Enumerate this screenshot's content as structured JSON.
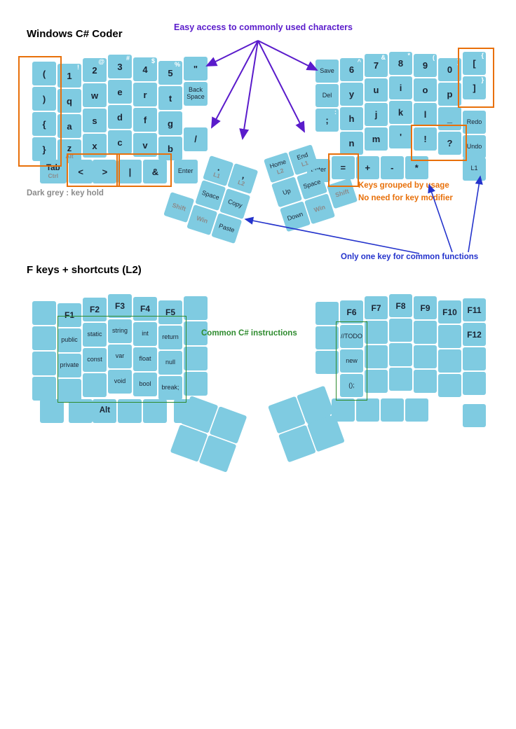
{
  "title": "Windows C# Coder",
  "layer2_title": "F keys + shortcuts (L2)",
  "annotations": {
    "easy_access": "Easy access to commonly used characters",
    "dark_grey_note": "Dark grey : key hold",
    "grouped_line1": "Keys grouped by usage",
    "grouped_line2": "No need for key modifier",
    "one_key_note": "Only one key for common functions",
    "csharp_note": "Common C# instructions"
  },
  "colors": {
    "key_fill": "#7fcbe1",
    "hold_text_grey": "#8b8b8b",
    "annotation_purple": "#5a1bcb",
    "annotation_blue": "#2433cc",
    "annotation_orange": "#e8700a",
    "annotation_green": "#2e8b2e"
  },
  "layer1": {
    "left_main": [
      {
        "c": 0,
        "r": 0,
        "t": "("
      },
      {
        "c": 1,
        "r": 0,
        "t": "1",
        "s": "!"
      },
      {
        "c": 2,
        "r": 0,
        "t": "2",
        "s": "@"
      },
      {
        "c": 3,
        "r": 0,
        "t": "3",
        "s": "#"
      },
      {
        "c": 4,
        "r": 0,
        "t": "4",
        "s": "$"
      },
      {
        "c": 5,
        "r": 0,
        "t": "5",
        "s": "%"
      },
      {
        "c": 6,
        "r": 0,
        "t": "\""
      },
      {
        "c": 0,
        "r": 1,
        "t": ")"
      },
      {
        "c": 1,
        "r": 1,
        "t": "q"
      },
      {
        "c": 2,
        "r": 1,
        "t": "w"
      },
      {
        "c": 3,
        "r": 1,
        "t": "e"
      },
      {
        "c": 4,
        "r": 1,
        "t": "r"
      },
      {
        "c": 5,
        "r": 1,
        "t": "t"
      },
      {
        "c": 6,
        "r": 1,
        "t": "Back Space",
        "sm": 1
      },
      {
        "c": 0,
        "r": 2,
        "t": "{"
      },
      {
        "c": 1,
        "r": 2,
        "t": "a"
      },
      {
        "c": 2,
        "r": 2,
        "t": "s"
      },
      {
        "c": 3,
        "r": 2,
        "t": "d"
      },
      {
        "c": 4,
        "r": 2,
        "t": "f"
      },
      {
        "c": 5,
        "r": 2,
        "t": "g"
      },
      {
        "c": 0,
        "r": 3,
        "t": "}"
      },
      {
        "c": 1,
        "r": 3,
        "t": "z",
        "b": "Alt"
      },
      {
        "c": 2,
        "r": 3,
        "t": "x"
      },
      {
        "c": 3,
        "r": 3,
        "t": "c"
      },
      {
        "c": 4,
        "r": 3,
        "t": "v"
      },
      {
        "c": 5,
        "r": 3,
        "t": "b"
      },
      {
        "c": 6,
        "r": 2.8,
        "t": "/"
      },
      {
        "c": 0.3,
        "r": 4,
        "t": "Tab",
        "b": "Ctrl",
        "md": 1,
        "w": 38
      },
      {
        "c": 1.45,
        "r": 4,
        "t": "<"
      },
      {
        "c": 2.4,
        "r": 4,
        "t": ">"
      },
      {
        "c": 3.4,
        "r": 4,
        "t": "|"
      },
      {
        "c": 4.4,
        "r": 4,
        "t": "&"
      },
      {
        "c": 5.6,
        "r": 4,
        "t": "Enter",
        "sm": 1
      }
    ],
    "right_main": [
      {
        "c": 0,
        "r": 0,
        "t": "Save",
        "sm": 1
      },
      {
        "c": 1,
        "r": 0,
        "t": "6",
        "s": "^"
      },
      {
        "c": 2,
        "r": 0,
        "t": "7",
        "s": "&"
      },
      {
        "c": 3,
        "r": 0,
        "t": "8",
        "s": "*"
      },
      {
        "c": 4,
        "r": 0,
        "t": "9",
        "s": "("
      },
      {
        "c": 5,
        "r": 0,
        "t": "0",
        "s": ")"
      },
      {
        "c": 6,
        "r": 0,
        "t": "[",
        "s": "{"
      },
      {
        "c": 0,
        "r": 1,
        "t": "Del",
        "sm": 1
      },
      {
        "c": 1,
        "r": 1,
        "t": "y"
      },
      {
        "c": 2,
        "r": 1,
        "t": "u"
      },
      {
        "c": 3,
        "r": 1,
        "t": "i"
      },
      {
        "c": 4,
        "r": 1,
        "t": "o"
      },
      {
        "c": 5,
        "r": 1,
        "t": "p"
      },
      {
        "c": 6,
        "r": 1,
        "t": "]",
        "s": "}"
      },
      {
        "c": 0,
        "r": 2,
        "t": ";",
        "s": ":"
      },
      {
        "c": 1,
        "r": 2,
        "t": "h"
      },
      {
        "c": 2,
        "r": 2,
        "t": "j"
      },
      {
        "c": 3,
        "r": 2,
        "t": "k"
      },
      {
        "c": 4,
        "r": 2,
        "t": "l"
      },
      {
        "c": 5,
        "r": 2,
        "t": "_"
      },
      {
        "c": 6,
        "r": 2.4,
        "t": "Redo",
        "sm": 1
      },
      {
        "c": 1,
        "r": 3,
        "t": "n"
      },
      {
        "c": 2,
        "r": 3,
        "t": "m"
      },
      {
        "c": 3,
        "r": 3,
        "t": "'"
      },
      {
        "c": 4,
        "r": 3,
        "t": "!"
      },
      {
        "c": 5,
        "r": 3,
        "t": "?"
      },
      {
        "c": 6,
        "r": 3.4,
        "t": "Undo",
        "sm": 1
      },
      {
        "c": 0.65,
        "r": 4,
        "t": "="
      },
      {
        "c": 1.65,
        "r": 4,
        "t": "+"
      },
      {
        "c": 2.65,
        "r": 4,
        "t": "-"
      },
      {
        "c": 3.65,
        "r": 4,
        "t": "*"
      },
      {
        "c": 6,
        "r": 4.3,
        "t": "L1",
        "sm": 1
      },
      {
        "c": -0.35,
        "r": 4.1,
        "t": "Enter",
        "sm": 1
      }
    ],
    "left_thumb": [
      {
        "c": 0,
        "r": 0,
        "t": ".",
        "b": "L1"
      },
      {
        "c": 1,
        "r": 0,
        "t": ",",
        "b": "L2"
      },
      {
        "c": -1,
        "r": 1.8,
        "t": "Shift",
        "g": 1,
        "sm": 1
      },
      {
        "c": 0,
        "r": 1,
        "t": "Space",
        "sm": 1
      },
      {
        "c": 1,
        "r": 1,
        "t": "Copy",
        "sm": 1
      },
      {
        "c": 0,
        "r": 2,
        "t": "Win",
        "g": 1,
        "sm": 1
      },
      {
        "c": 1,
        "r": 2,
        "t": "Paste",
        "sm": 1
      }
    ],
    "right_thumb": [
      {
        "c": 0,
        "r": 0,
        "t": "Home",
        "b": "L2",
        "sm": 1
      },
      {
        "c": 1,
        "r": 0,
        "t": "End",
        "b": "L1",
        "sm": 1
      },
      {
        "c": 2,
        "r": 1.7,
        "t": "Shift",
        "g": 1,
        "sm": 1
      },
      {
        "c": 0,
        "r": 1,
        "t": "Up",
        "sm": 1
      },
      {
        "c": 1,
        "r": 1,
        "t": "Space",
        "sm": 1
      },
      {
        "c": 0,
        "r": 2,
        "t": "Down",
        "sm": 1
      },
      {
        "c": 1,
        "r": 2,
        "t": "Win",
        "g": 1,
        "sm": 1
      }
    ]
  },
  "layer2": {
    "left_main": [
      {
        "c": 0,
        "r": 0
      },
      {
        "c": 1,
        "r": 0,
        "t": "F1",
        "f": 1
      },
      {
        "c": 2,
        "r": 0,
        "t": "F2",
        "f": 1
      },
      {
        "c": 3,
        "r": 0,
        "t": "F3",
        "f": 1
      },
      {
        "c": 4,
        "r": 0,
        "t": "F4",
        "f": 1
      },
      {
        "c": 5,
        "r": 0,
        "t": "F5",
        "f": 1
      },
      {
        "c": 6,
        "r": 0
      },
      {
        "c": 0,
        "r": 1
      },
      {
        "c": 1,
        "r": 1,
        "t": "public",
        "sm": 1
      },
      {
        "c": 2,
        "r": 1,
        "t": "static",
        "sm": 1
      },
      {
        "c": 3,
        "r": 1,
        "t": "string",
        "sm": 1
      },
      {
        "c": 4,
        "r": 1,
        "t": "int",
        "sm": 1
      },
      {
        "c": 5,
        "r": 1,
        "t": "return",
        "sm": 1
      },
      {
        "c": 6,
        "r": 1
      },
      {
        "c": 0,
        "r": 2
      },
      {
        "c": 1,
        "r": 2,
        "t": "private",
        "sm": 1
      },
      {
        "c": 2,
        "r": 2,
        "t": "const",
        "sm": 1
      },
      {
        "c": 3,
        "r": 2,
        "t": "var",
        "sm": 1
      },
      {
        "c": 4,
        "r": 2,
        "t": "float",
        "sm": 1
      },
      {
        "c": 5,
        "r": 2,
        "t": "null",
        "sm": 1
      },
      {
        "c": 6,
        "r": 2
      },
      {
        "c": 0,
        "r": 3
      },
      {
        "c": 1,
        "r": 3
      },
      {
        "c": 2,
        "r": 3
      },
      {
        "c": 3,
        "r": 3,
        "t": "void",
        "sm": 1
      },
      {
        "c": 4,
        "r": 3,
        "t": "bool",
        "sm": 1
      },
      {
        "c": 5,
        "r": 3,
        "t": "break;",
        "sm": 1
      },
      {
        "c": 6,
        "r": 3
      },
      {
        "c": 0.3,
        "r": 4
      },
      {
        "c": 1.45,
        "r": 4
      },
      {
        "c": 2.4,
        "r": 4,
        "t": "Alt",
        "md": 1
      },
      {
        "c": 3.4,
        "r": 4
      },
      {
        "c": 4.4,
        "r": 4
      },
      {
        "c": 5.6,
        "r": 4
      }
    ],
    "right_main": [
      {
        "c": 0,
        "r": 0
      },
      {
        "c": 1,
        "r": 0,
        "t": "F6",
        "f": 1
      },
      {
        "c": 2,
        "r": 0,
        "t": "F7",
        "f": 1
      },
      {
        "c": 3,
        "r": 0,
        "t": "F8",
        "f": 1
      },
      {
        "c": 4,
        "r": 0,
        "t": "F9",
        "f": 1
      },
      {
        "c": 5,
        "r": 0,
        "t": "F10",
        "f": 1
      },
      {
        "c": 6,
        "r": 0,
        "t": "F11",
        "f": 1
      },
      {
        "c": 0,
        "r": 1
      },
      {
        "c": 1,
        "r": 1,
        "t": "//TODO",
        "sm": 1
      },
      {
        "c": 2,
        "r": 1
      },
      {
        "c": 3,
        "r": 1
      },
      {
        "c": 4,
        "r": 1
      },
      {
        "c": 5,
        "r": 1
      },
      {
        "c": 6,
        "r": 1,
        "t": "F12",
        "f": 1
      },
      {
        "c": 0,
        "r": 2
      },
      {
        "c": 1,
        "r": 2,
        "t": "new",
        "sm": 1
      },
      {
        "c": 2,
        "r": 2
      },
      {
        "c": 3,
        "r": 2
      },
      {
        "c": 4,
        "r": 2
      },
      {
        "c": 5,
        "r": 2
      },
      {
        "c": 6,
        "r": 2
      },
      {
        "c": 1,
        "r": 3,
        "t": "();",
        "sm": 1
      },
      {
        "c": 2,
        "r": 3
      },
      {
        "c": 3,
        "r": 3
      },
      {
        "c": 4,
        "r": 3
      },
      {
        "c": 5,
        "r": 3
      },
      {
        "c": 6,
        "r": 3
      },
      {
        "c": 0.65,
        "r": 4
      },
      {
        "c": 1.65,
        "r": 4
      },
      {
        "c": 2.65,
        "r": 4
      },
      {
        "c": 3.65,
        "r": 4
      },
      {
        "c": 6,
        "r": 4.3
      },
      {
        "c": -0.35,
        "r": 4.1
      }
    ],
    "left_thumb": [
      {
        "c": 0,
        "r": 0
      },
      {
        "c": 1,
        "r": 0
      },
      {
        "c": 0,
        "r": 1
      },
      {
        "c": 1,
        "r": 1
      }
    ],
    "right_thumb": [
      {
        "c": 0,
        "r": 0
      },
      {
        "c": 1,
        "r": 0
      },
      {
        "c": 0,
        "r": 1
      },
      {
        "c": 1,
        "r": 1
      }
    ]
  }
}
